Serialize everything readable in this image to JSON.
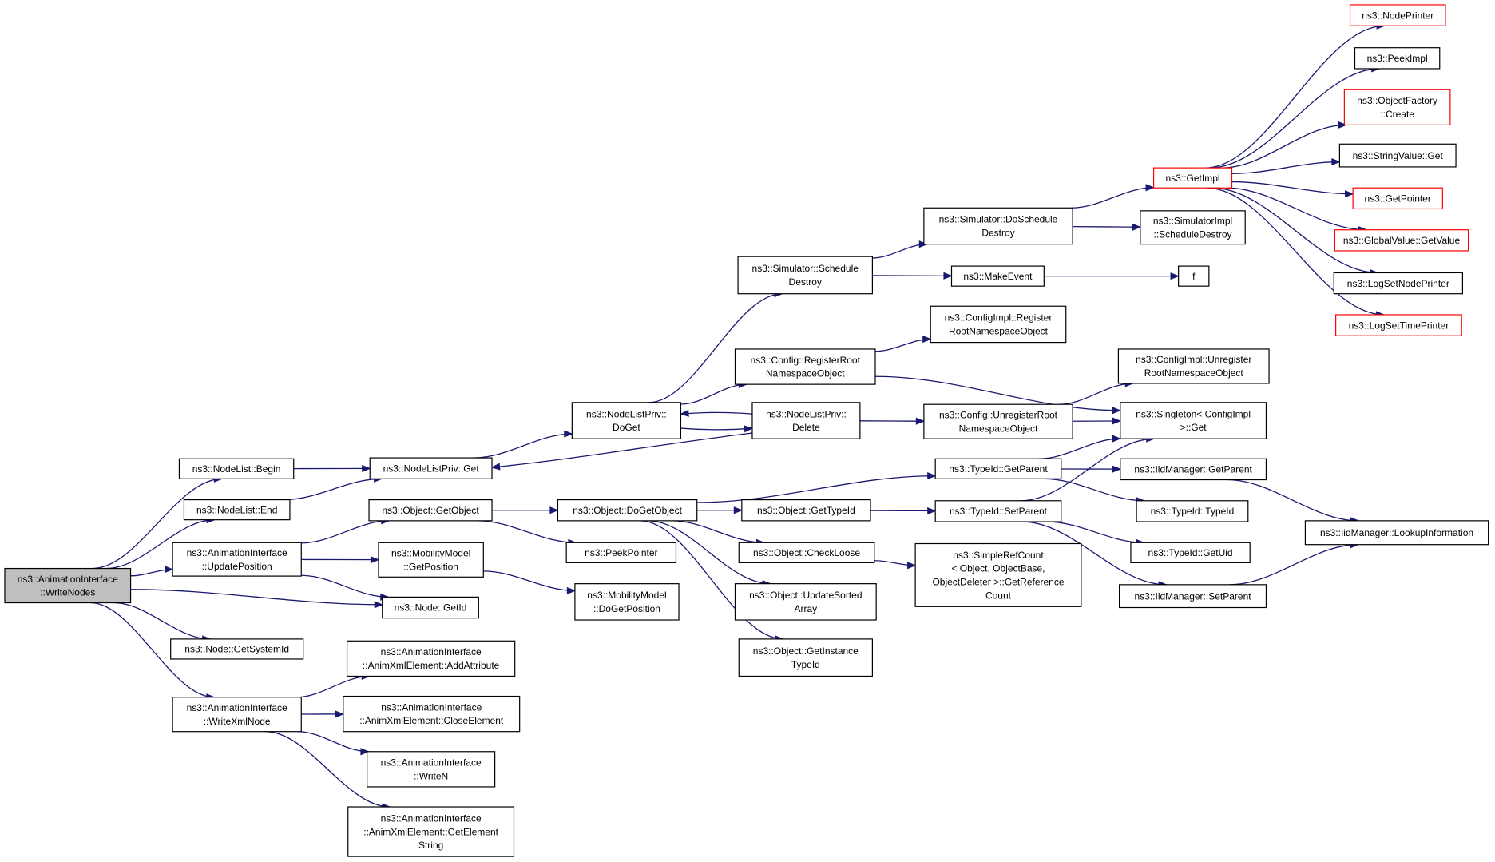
{
  "colors": {
    "edge": "#191970",
    "node_border": "#000000",
    "node_border_truncated": "#ff0000",
    "node_fill": "#ffffff",
    "root_fill": "#bfbfbf"
  },
  "nodes": [
    {
      "id": "root",
      "lines": [
        "ns3::AnimationInterface",
        "::WriteNodes"
      ],
      "root": true
    },
    {
      "id": "nl_begin",
      "lines": [
        "ns3::NodeList::Begin"
      ]
    },
    {
      "id": "nl_end",
      "lines": [
        "ns3::NodeList::End"
      ]
    },
    {
      "id": "ai_update",
      "lines": [
        "ns3::AnimationInterface",
        "::UpdatePosition"
      ]
    },
    {
      "id": "node_getid",
      "lines": [
        "ns3::Node::GetId"
      ]
    },
    {
      "id": "node_sysid",
      "lines": [
        "ns3::Node::GetSystemId"
      ]
    },
    {
      "id": "ai_writexml",
      "lines": [
        "ns3::AnimationInterface",
        "::WriteXmlNode"
      ]
    },
    {
      "id": "nlp_get",
      "lines": [
        "ns3::NodeListPriv::Get"
      ]
    },
    {
      "id": "obj_getobj",
      "lines": [
        "ns3::Object::GetObject"
      ]
    },
    {
      "id": "mm_getpos",
      "lines": [
        "ns3::MobilityModel",
        "::GetPosition"
      ]
    },
    {
      "id": "ai_addattr",
      "lines": [
        "ns3::AnimationInterface",
        "::AnimXmlElement::AddAttribute"
      ]
    },
    {
      "id": "ai_close",
      "lines": [
        "ns3::AnimationInterface",
        "::AnimXmlElement::CloseElement"
      ]
    },
    {
      "id": "ai_writen",
      "lines": [
        "ns3::AnimationInterface",
        "::WriteN"
      ]
    },
    {
      "id": "ai_getelem",
      "lines": [
        "ns3::AnimationInterface",
        "::AnimXmlElement::GetElement",
        "String"
      ]
    },
    {
      "id": "nlp_doget",
      "lines": [
        "ns3::NodeListPriv::",
        "DoGet"
      ]
    },
    {
      "id": "obj_dogetobj",
      "lines": [
        "ns3::Object::DoGetObject"
      ]
    },
    {
      "id": "peekptr",
      "lines": [
        "ns3::PeekPointer"
      ]
    },
    {
      "id": "mm_dogetpos",
      "lines": [
        "ns3::MobilityModel",
        "::DoGetPosition"
      ]
    },
    {
      "id": "sim_sched",
      "lines": [
        "ns3::Simulator::Schedule",
        "Destroy"
      ]
    },
    {
      "id": "cfg_regroot",
      "lines": [
        "ns3::Config::RegisterRoot",
        "NamespaceObject"
      ]
    },
    {
      "id": "nlp_delete",
      "lines": [
        "ns3::NodeListPriv::",
        "Delete"
      ]
    },
    {
      "id": "obj_gettid",
      "lines": [
        "ns3::Object::GetTypeId"
      ]
    },
    {
      "id": "obj_checkloose",
      "lines": [
        "ns3::Object::CheckLoose"
      ]
    },
    {
      "id": "obj_updsorted",
      "lines": [
        "ns3::Object::UpdateSorted",
        "Array"
      ]
    },
    {
      "id": "obj_getinst",
      "lines": [
        "ns3::Object::GetInstance",
        "TypeId"
      ]
    },
    {
      "id": "sim_dosched",
      "lines": [
        "ns3::Simulator::DoSchedule",
        "Destroy"
      ]
    },
    {
      "id": "makeevent",
      "lines": [
        "ns3::MakeEvent"
      ]
    },
    {
      "id": "cfgimpl_reg",
      "lines": [
        "ns3::ConfigImpl::Register",
        "RootNamespaceObject"
      ]
    },
    {
      "id": "cfg_unreg",
      "lines": [
        "ns3::Config::UnregisterRoot",
        "NamespaceObject"
      ]
    },
    {
      "id": "tid_getparent",
      "lines": [
        "ns3::TypeId::GetParent"
      ]
    },
    {
      "id": "tid_setparent",
      "lines": [
        "ns3::TypeId::SetParent"
      ]
    },
    {
      "id": "simplerefcount",
      "lines": [
        "ns3::SimpleRefCount",
        "< Object, ObjectBase,",
        "ObjectDeleter >::GetReference",
        "Count"
      ]
    },
    {
      "id": "getimpl",
      "lines": [
        "ns3::GetImpl"
      ],
      "truncated": true
    },
    {
      "id": "simimpl_sched",
      "lines": [
        "ns3::SimulatorImpl",
        "::ScheduleDestroy"
      ]
    },
    {
      "id": "f",
      "lines": [
        "f"
      ]
    },
    {
      "id": "cfgimpl_unreg",
      "lines": [
        "ns3::ConfigImpl::Unregister",
        "RootNamespaceObject"
      ]
    },
    {
      "id": "singleton",
      "lines": [
        "ns3::Singleton< ConfigImpl",
        ">::Get"
      ]
    },
    {
      "id": "iid_getparent",
      "lines": [
        "ns3::IidManager::GetParent"
      ]
    },
    {
      "id": "tid_tid",
      "lines": [
        "ns3::TypeId::TypeId"
      ]
    },
    {
      "id": "tid_getuid",
      "lines": [
        "ns3::TypeId::GetUid"
      ]
    },
    {
      "id": "iid_setparent",
      "lines": [
        "ns3::IidManager::SetParent"
      ]
    },
    {
      "id": "nodeprinter",
      "lines": [
        "ns3::NodePrinter"
      ],
      "truncated": true
    },
    {
      "id": "peekimpl",
      "lines": [
        "ns3::PeekImpl"
      ]
    },
    {
      "id": "objfactory",
      "lines": [
        "ns3::ObjectFactory",
        "::Create"
      ],
      "truncated": true
    },
    {
      "id": "strval_get",
      "lines": [
        "ns3::StringValue::Get"
      ]
    },
    {
      "id": "getpointer",
      "lines": [
        "ns3::GetPointer"
      ],
      "truncated": true
    },
    {
      "id": "gv_getvalue",
      "lines": [
        "ns3::GlobalValue::GetValue"
      ],
      "truncated": true
    },
    {
      "id": "logsetnodeprinter",
      "lines": [
        "ns3::LogSetNodePrinter"
      ]
    },
    {
      "id": "logsettimeprinter",
      "lines": [
        "ns3::LogSetTimePrinter"
      ],
      "truncated": true
    },
    {
      "id": "iid_lookup",
      "lines": [
        "ns3::IidManager::LookupInformation"
      ]
    }
  ],
  "edges": [
    [
      "root",
      "nl_begin"
    ],
    [
      "root",
      "nl_end"
    ],
    [
      "root",
      "ai_update"
    ],
    [
      "root",
      "node_getid"
    ],
    [
      "root",
      "node_sysid"
    ],
    [
      "root",
      "ai_writexml"
    ],
    [
      "nl_begin",
      "nlp_get"
    ],
    [
      "nl_end",
      "nlp_get"
    ],
    [
      "ai_update",
      "obj_getobj"
    ],
    [
      "ai_update",
      "mm_getpos"
    ],
    [
      "ai_update",
      "node_getid"
    ],
    [
      "ai_writexml",
      "ai_addattr"
    ],
    [
      "ai_writexml",
      "ai_close"
    ],
    [
      "ai_writexml",
      "ai_writen"
    ],
    [
      "ai_writexml",
      "ai_getelem"
    ],
    [
      "nlp_get",
      "nlp_doget"
    ],
    [
      "obj_getobj",
      "obj_dogetobj"
    ],
    [
      "obj_getobj",
      "peekptr"
    ],
    [
      "mm_getpos",
      "mm_dogetpos"
    ],
    [
      "nlp_doget",
      "sim_sched"
    ],
    [
      "nlp_doget",
      "cfg_regroot"
    ],
    [
      "nlp_doget",
      "nlp_delete"
    ],
    [
      "nlp_delete",
      "nlp_doget"
    ],
    [
      "nlp_delete",
      "nlp_get"
    ],
    [
      "nlp_delete",
      "cfg_unreg"
    ],
    [
      "obj_dogetobj",
      "tid_getparent"
    ],
    [
      "obj_dogetobj",
      "obj_gettid"
    ],
    [
      "obj_dogetobj",
      "obj_checkloose"
    ],
    [
      "obj_dogetobj",
      "obj_updsorted"
    ],
    [
      "obj_dogetobj",
      "obj_getinst"
    ],
    [
      "sim_sched",
      "sim_dosched"
    ],
    [
      "sim_sched",
      "makeevent"
    ],
    [
      "cfg_regroot",
      "cfgimpl_reg"
    ],
    [
      "cfg_regroot",
      "singleton"
    ],
    [
      "obj_gettid",
      "tid_setparent"
    ],
    [
      "obj_checkloose",
      "simplerefcount"
    ],
    [
      "sim_dosched",
      "getimpl"
    ],
    [
      "sim_dosched",
      "simimpl_sched"
    ],
    [
      "makeevent",
      "f"
    ],
    [
      "cfg_unreg",
      "cfgimpl_unreg"
    ],
    [
      "cfg_unreg",
      "singleton"
    ],
    [
      "tid_getparent",
      "singleton"
    ],
    [
      "tid_getparent",
      "iid_getparent"
    ],
    [
      "tid_getparent",
      "tid_tid"
    ],
    [
      "tid_setparent",
      "singleton"
    ],
    [
      "tid_setparent",
      "tid_getuid"
    ],
    [
      "tid_setparent",
      "iid_setparent"
    ],
    [
      "getimpl",
      "nodeprinter"
    ],
    [
      "getimpl",
      "peekimpl"
    ],
    [
      "getimpl",
      "objfactory"
    ],
    [
      "getimpl",
      "strval_get"
    ],
    [
      "getimpl",
      "getpointer"
    ],
    [
      "getimpl",
      "gv_getvalue"
    ],
    [
      "getimpl",
      "logsetnodeprinter"
    ],
    [
      "getimpl",
      "logsettimeprinter"
    ],
    [
      "iid_getparent",
      "iid_lookup"
    ],
    [
      "iid_setparent",
      "iid_lookup"
    ]
  ]
}
